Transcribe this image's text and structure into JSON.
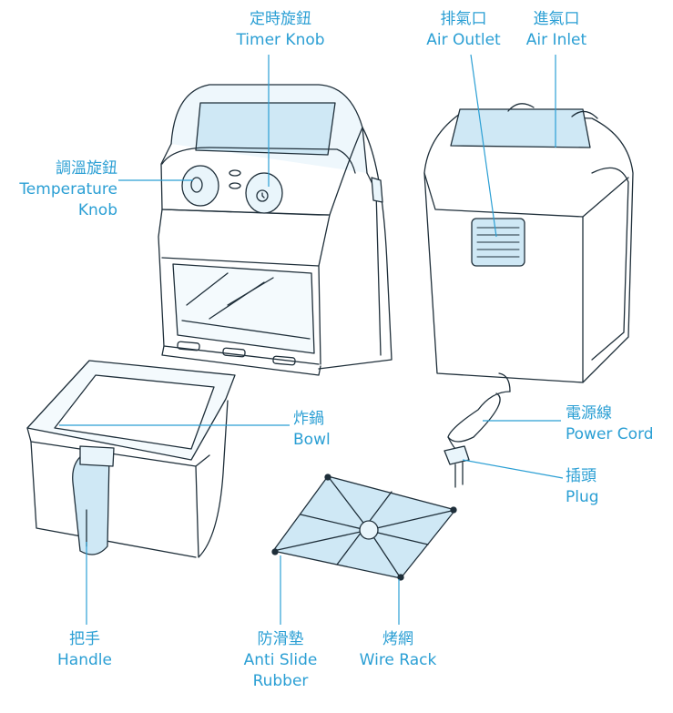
{
  "labels": {
    "timer_knob": {
      "zh": "定時旋鈕",
      "en": "Timer Knob"
    },
    "air_outlet": {
      "zh": "排氣口",
      "en": "Air Outlet"
    },
    "air_inlet": {
      "zh": "進氣口",
      "en": "Air Inlet"
    },
    "temperature_knob": {
      "zh": "調溫旋鈕",
      "en1": "Temperature",
      "en2": "Knob"
    },
    "bowl": {
      "zh": "炸鍋",
      "en": "Bowl"
    },
    "power_cord": {
      "zh": "電源線",
      "en": "Power Cord"
    },
    "plug": {
      "zh": "插頭",
      "en": "Plug"
    },
    "handle": {
      "zh": "把手",
      "en": "Handle"
    },
    "anti_slide_rubber": {
      "zh": "防滑墊",
      "en1": "Anti Slide",
      "en2": "Rubber"
    },
    "wire_rack": {
      "zh": "烤網",
      "en": "Wire Rack"
    }
  },
  "colors": {
    "label": "#2b9fd4",
    "outline": "#1f2f3a",
    "fill": "#e9f5fb",
    "fill_dark": "#cfe8f5"
  }
}
